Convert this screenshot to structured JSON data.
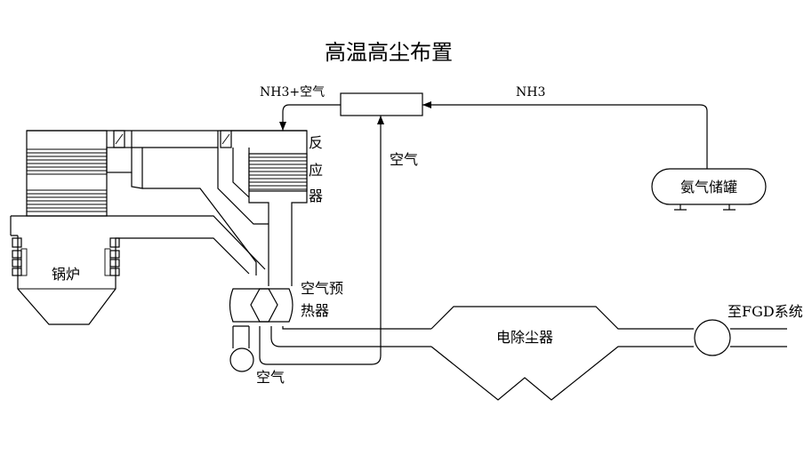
{
  "title": "高温高尘布置",
  "labels": {
    "nh3_air": "NH3+空气",
    "nh3": "NH3",
    "air_top": "空气",
    "reactor_1": "反",
    "reactor_2": "应",
    "reactor_3": "器",
    "ammonia_tank": "氨气储罐",
    "boiler": "锅炉",
    "preheater_1": "空气预",
    "preheater_2": "热器",
    "air_bottom": "空气",
    "esp": "电除尘器",
    "to_fgd": "至FGD系统"
  }
}
